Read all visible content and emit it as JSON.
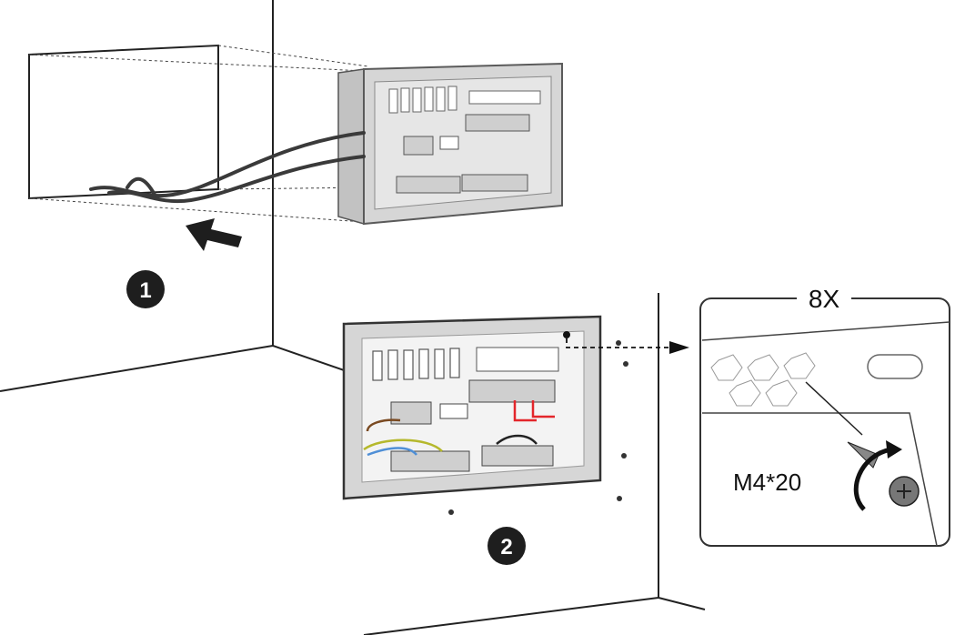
{
  "steps": [
    {
      "number": "1"
    },
    {
      "number": "2"
    }
  ],
  "detail": {
    "quantity_label": "8X",
    "screw_label": "M4*20"
  },
  "colors": {
    "line": "#222222",
    "box_fill": "#d6d6d6",
    "box_edge": "#5a5a5a",
    "step_badge": "#1e1e1e",
    "wire_red": "#e3262b",
    "wire_brown": "#7a4a22",
    "wire_yellow_green": "#b5b82c",
    "wire_blue": "#4f8fd6"
  }
}
